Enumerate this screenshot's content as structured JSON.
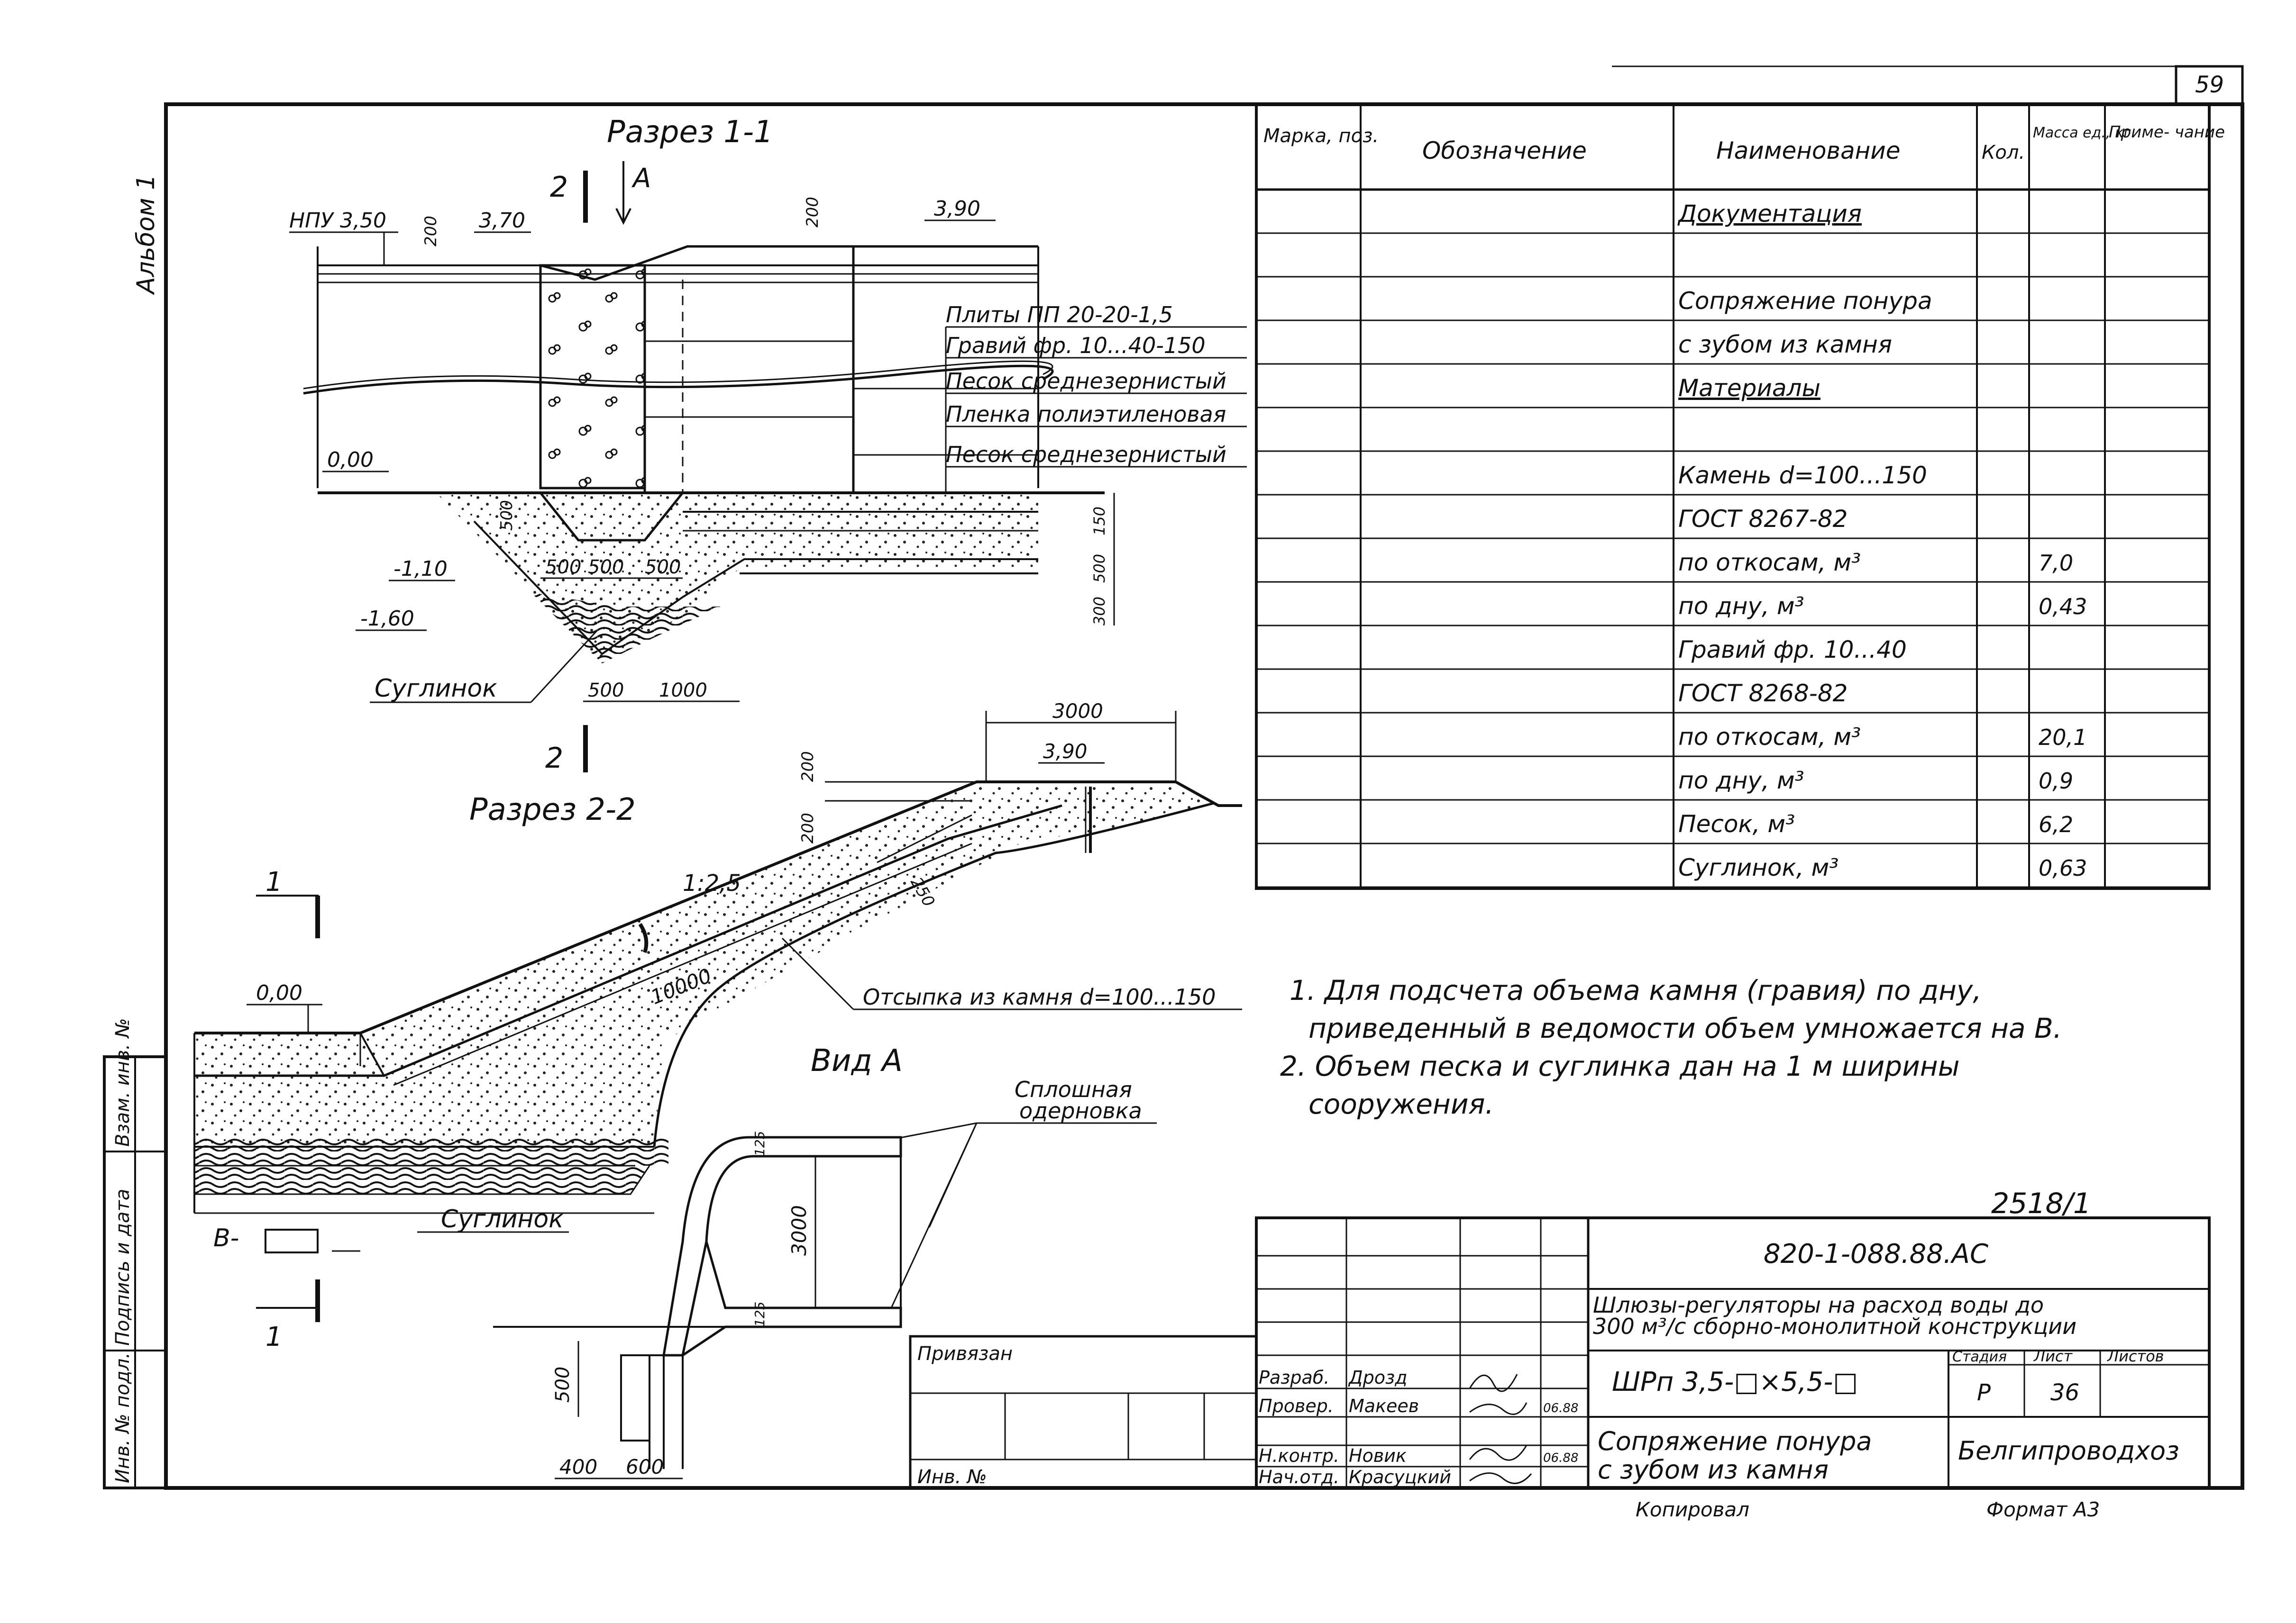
{
  "sheet_number": "59",
  "album_label": "Альбом 1",
  "section_1": {
    "title": "Разрез 1-1",
    "section_mark_left": "2",
    "arrow_label": "A",
    "level_npu": "НПУ 3,50",
    "level_370": "3,70",
    "level_390": "3,90",
    "dim_200a": "200",
    "dim_200b": "200",
    "level_000": "0,00",
    "level_m110": "-1,10",
    "level_m160": "-1,60",
    "dim_500v": "500",
    "dim_500a": "500",
    "dim_500b": "500",
    "dim_500c": "500",
    "dim_500d": "500",
    "dim_1000": "1000",
    "dim_150": "150",
    "dim_500r": "500",
    "dim_300r": "300",
    "soil_label": "Суглинок",
    "section_mark_bottom": "2",
    "layers": [
      "Плиты ПП 20-20-1,5",
      "Гравий фр. 10...40-150",
      "Песок среднезернистый",
      "Пленка полиэтиленовая",
      "Песок среднезернистый"
    ]
  },
  "section_2": {
    "title": "Разрез 2-2",
    "dim_3000": "3000",
    "level_390": "3,90",
    "dim_200a": "200",
    "dim_200b": "200",
    "dim_250": "250",
    "slope": "1:2,5",
    "dim_10000": "10000",
    "level_000": "0,00",
    "stone_fill": "Отсыпка из камня d=100...150",
    "soil_label": "Суглинок",
    "width_label": "В-",
    "section_mark": "1"
  },
  "view_a": {
    "title": "Вид А",
    "sod_label_1": "Сплошная",
    "sod_label_2": "одерновка",
    "dim_3000": "3000",
    "dim_125a": "125",
    "dim_125b": "125",
    "dim_500": "500",
    "dim_400": "400",
    "dim_600": "600"
  },
  "spec_table": {
    "headers": [
      "Марка, поз.",
      "Обозначение",
      "Наименование",
      "Кол.",
      "Масса ед., кг",
      "Приме- чание"
    ],
    "rows": [
      {
        "name": "Документация",
        "qty": "",
        "mass": "",
        "underline": true
      },
      {
        "name": "",
        "qty": "",
        "mass": ""
      },
      {
        "name": "Сопряжение понура",
        "qty": "",
        "mass": ""
      },
      {
        "name": "с зубом из камня",
        "qty": "",
        "mass": ""
      },
      {
        "name": "Материалы",
        "qty": "",
        "mass": "",
        "underline": true
      },
      {
        "name": "",
        "qty": "",
        "mass": ""
      },
      {
        "name": "Камень d=100...150",
        "qty": "",
        "mass": ""
      },
      {
        "name": "ГОСТ 8267-82",
        "qty": "",
        "mass": ""
      },
      {
        "name": "по откосам, м³",
        "qty": "",
        "mass": "7,0"
      },
      {
        "name": "по дну, м³",
        "qty": "",
        "mass": "0,43"
      },
      {
        "name": "Гравий фр. 10...40",
        "qty": "",
        "mass": ""
      },
      {
        "name": "ГОСТ 8268-82",
        "qty": "",
        "mass": ""
      },
      {
        "name": "по откосам, м³",
        "qty": "",
        "mass": "20,1"
      },
      {
        "name": "по дну, м³",
        "qty": "",
        "mass": "0,9"
      },
      {
        "name": "Песок, м³",
        "qty": "",
        "mass": "6,2"
      },
      {
        "name": "Суглинок, м³",
        "qty": "",
        "mass": "0,63"
      }
    ]
  },
  "notes": [
    "1. Для подсчета объема камня (гравия) по дну,",
    "приведенный в ведомости объем умножается на В.",
    "2. Объем песка и суглинка дан на 1 м ширины",
    "сооружения."
  ],
  "archive_number": "2518/1",
  "title_block": {
    "doc_code": "820-1-088.88.АС",
    "project_line_1": "Шлюзы-регуляторы на расход воды до",
    "project_line_2": "300 м³/с сборно-монолитной конструкции",
    "mark": "ШРп 3,5-□×5,5-□",
    "stage_label": "Стадия",
    "sheet_label": "Лист",
    "sheets_label": "Листов",
    "stage": "Р",
    "sheet": "36",
    "drawing_title_1": "Сопряжение понура",
    "drawing_title_2": "с зубом из камня",
    "organization": "Белгипроводхоз",
    "bound_label": "Привязан",
    "inv_label": "Инв. №",
    "roles": [
      {
        "role": "Разраб.",
        "name": "Дрозд",
        "date": ""
      },
      {
        "role": "Провер.",
        "name": "Макеев",
        "date": "06.88"
      },
      {
        "role": "Н.контр.",
        "name": "Новик",
        "date": "06.88"
      },
      {
        "role": "Нач.отд.",
        "name": "Красуцкий",
        "date": ""
      }
    ]
  },
  "side_stamp": [
    "Инв. № подл.",
    "Подпись и дата",
    "Взам. инв. №"
  ],
  "copied_by": "Копировал",
  "format": "Формат А3"
}
